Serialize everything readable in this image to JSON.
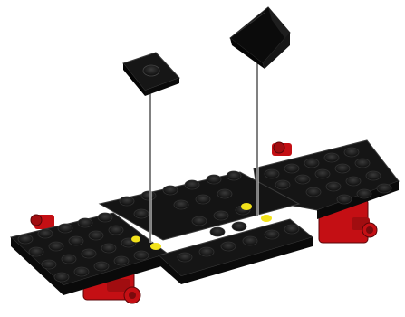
{
  "illustration": {
    "kind": "building-instruction-step",
    "subject": "brick-vehicle-chassis",
    "parts": [
      "plate-1x1",
      "slope-brick",
      "chassis-plate",
      "wheel-hub-left",
      "wheel-hub-right"
    ],
    "colors": {
      "brick": "#111111",
      "brick_edge": "#2c2c2c",
      "stud_top": "#1c1c1c",
      "hub": "#c40f14",
      "hub_dark": "#7a0a0d",
      "highlight": "#f2e21a",
      "guide_line": "#ffffff"
    }
  }
}
